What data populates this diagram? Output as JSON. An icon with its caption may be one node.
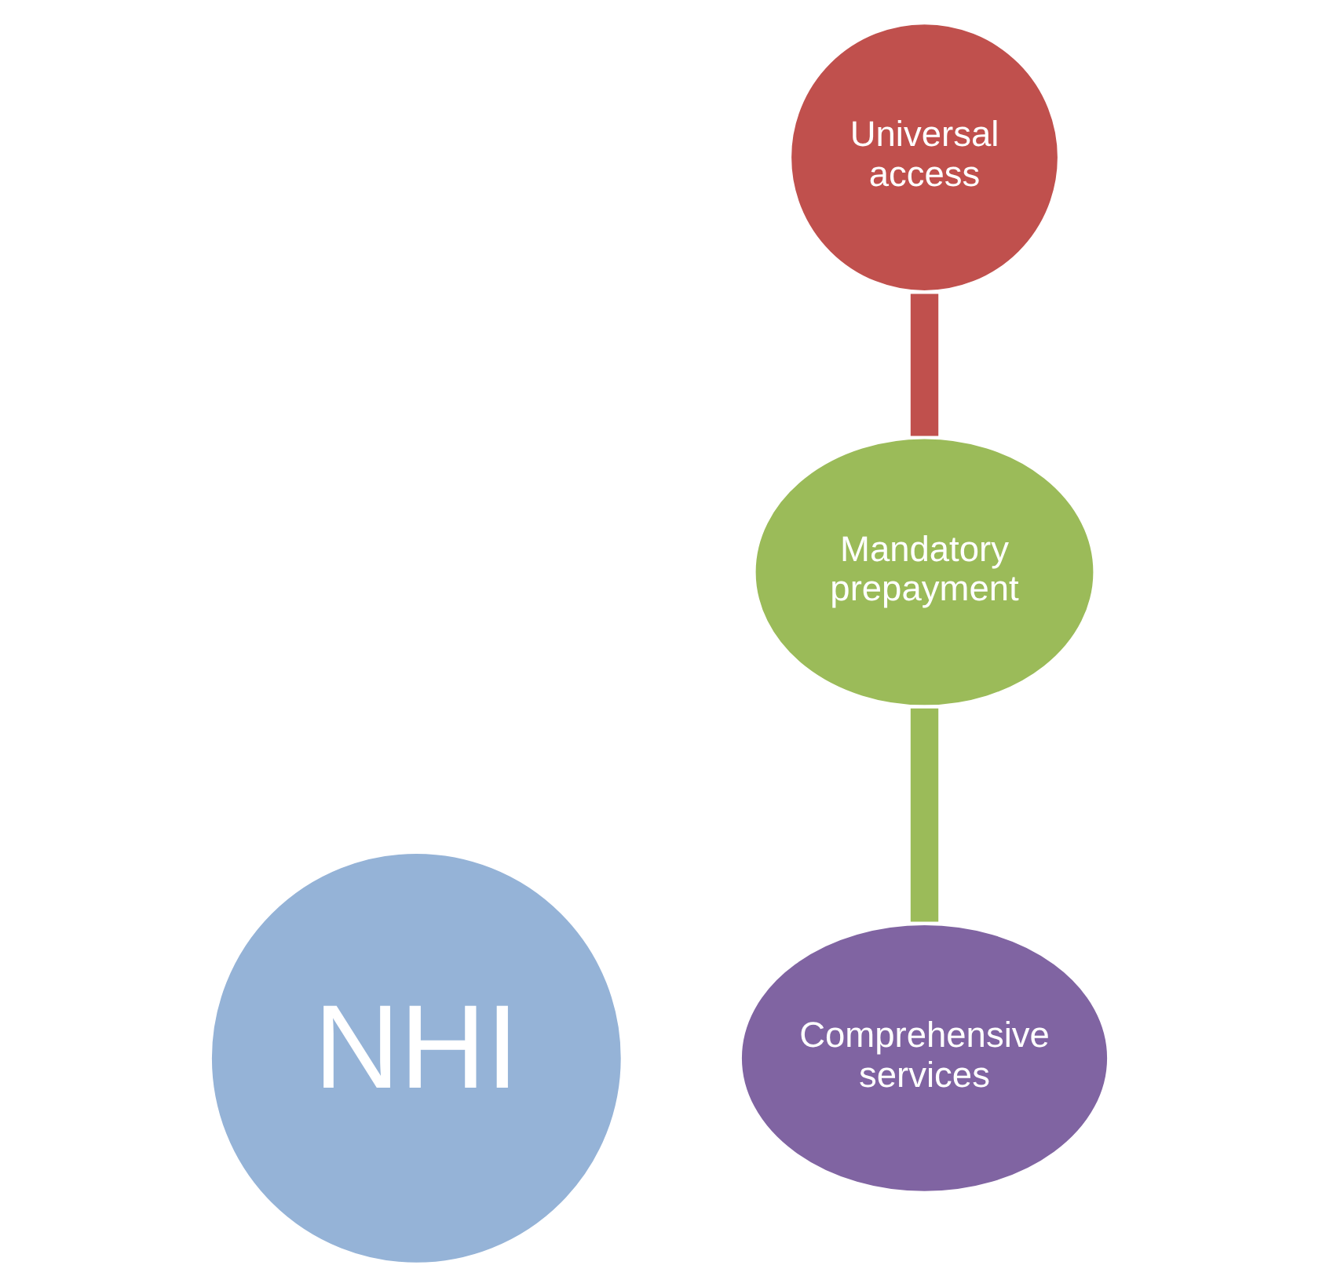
{
  "diagram": {
    "nodes": [
      {
        "text": [
          "Universal access"
        ]
      },
      {
        "text": [
          "Mandatory prepayment"
        ]
      },
      {
        "text": [
          "Comprehensive services"
        ]
      },
      {
        "text": [
          "NHI"
        ]
      }
    ],
    "edges": [
      {
        "from": 0,
        "to": 1,
        "arrow": "none",
        "color": "#c0504d"
      },
      {
        "from": 1,
        "to": 2,
        "arrow": "none",
        "color": "#9bbb59"
      }
    ]
  }
}
